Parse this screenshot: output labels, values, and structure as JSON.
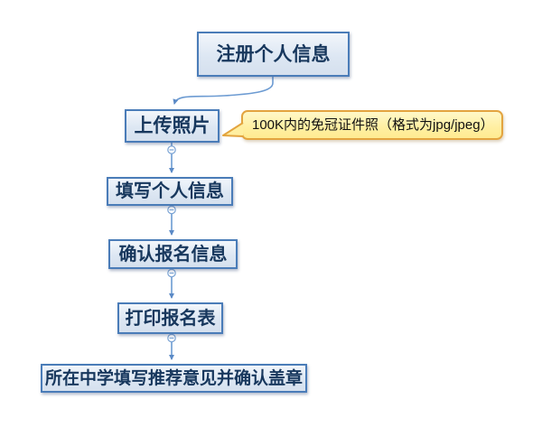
{
  "diagram": {
    "type": "flowchart",
    "nodes": [
      {
        "id": "register",
        "label": "注册个人信息"
      },
      {
        "id": "upload-photo",
        "label": "上传照片"
      },
      {
        "id": "fill-info",
        "label": "填写个人信息"
      },
      {
        "id": "confirm-info",
        "label": "确认报名信息"
      },
      {
        "id": "print-form",
        "label": "打印报名表"
      },
      {
        "id": "school-seal",
        "label": "所在中学填写推荐意见并确认盖章"
      }
    ],
    "edges": [
      {
        "from": "register",
        "to": "upload-photo"
      },
      {
        "from": "upload-photo",
        "to": "fill-info"
      },
      {
        "from": "fill-info",
        "to": "confirm-info"
      },
      {
        "from": "confirm-info",
        "to": "print-form"
      },
      {
        "from": "print-form",
        "to": "school-seal"
      }
    ],
    "callout": {
      "text": "100K内的免冠证件照（格式为jpg/jpeg）",
      "attached_to": "上传照片"
    },
    "toggle_glyph": "−",
    "colors": {
      "background": "#ffffff",
      "node_fill": "#dce6f2",
      "node_border": "#4a7cb8",
      "node_text": "#17375d",
      "connector": "#6c9bd2",
      "arrowhead": "#5b8ac6",
      "toggle_ring": "#7aa3d4",
      "callout_fill": "#fff2a6",
      "callout_border": "#e3a43f",
      "callout_text": "#111111"
    }
  }
}
